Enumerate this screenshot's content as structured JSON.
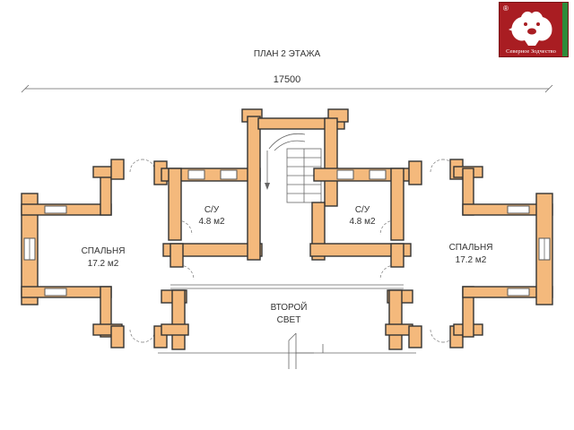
{
  "plan": {
    "title": "ПЛАН 2 ЭТАЖА",
    "dimension": "17500",
    "rooms": {
      "bedroom_left": {
        "name": "СПАЛЬНЯ",
        "area": "17.2 м2"
      },
      "bedroom_right": {
        "name": "СПАЛЬНЯ",
        "area": "17.2 м2"
      },
      "bathroom_left": {
        "name": "С/У",
        "area": "4.8 м2"
      },
      "bathroom_right": {
        "name": "С/У",
        "area": "4.8 м2"
      },
      "void": {
        "line1": "ВТОРОЙ",
        "line2": "СВЕТ"
      }
    }
  },
  "logo": {
    "text": "Северное Зодчество",
    "registered": "®"
  },
  "colors": {
    "wall": "#f4b97c",
    "outline": "#333333",
    "logo_background": "#a91d22",
    "logo_stripe": "#2e8b3a"
  },
  "icons": {
    "logo_mark": "bear-icon"
  }
}
